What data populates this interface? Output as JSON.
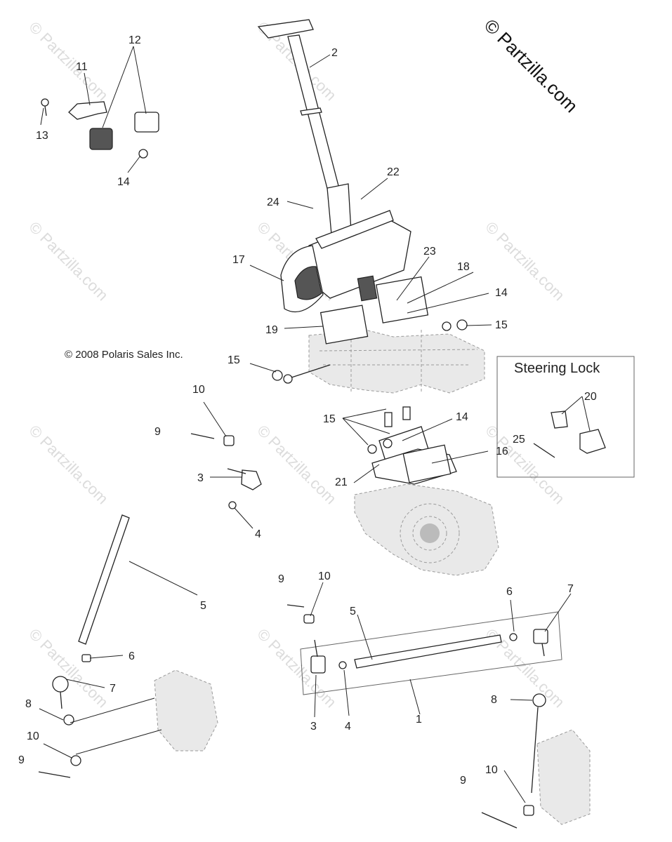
{
  "watermark": {
    "text": "© Partzilla.com"
  },
  "brand": {
    "text": "© Partzilla.com"
  },
  "copyright": {
    "text": "© 2008 Polaris Sales Inc."
  },
  "inset": {
    "title": "Steering Lock"
  },
  "callouts": [
    "1",
    "2",
    "3",
    "3",
    "4",
    "4",
    "5",
    "5",
    "6",
    "6",
    "7",
    "7",
    "8",
    "8",
    "9",
    "9",
    "9",
    "9",
    "10",
    "10",
    "10",
    "10",
    "11",
    "12",
    "13",
    "14",
    "14",
    "14",
    "15",
    "15",
    "15",
    "16",
    "17",
    "18",
    "19",
    "20",
    "21",
    "22",
    "23",
    "24",
    "25"
  ]
}
